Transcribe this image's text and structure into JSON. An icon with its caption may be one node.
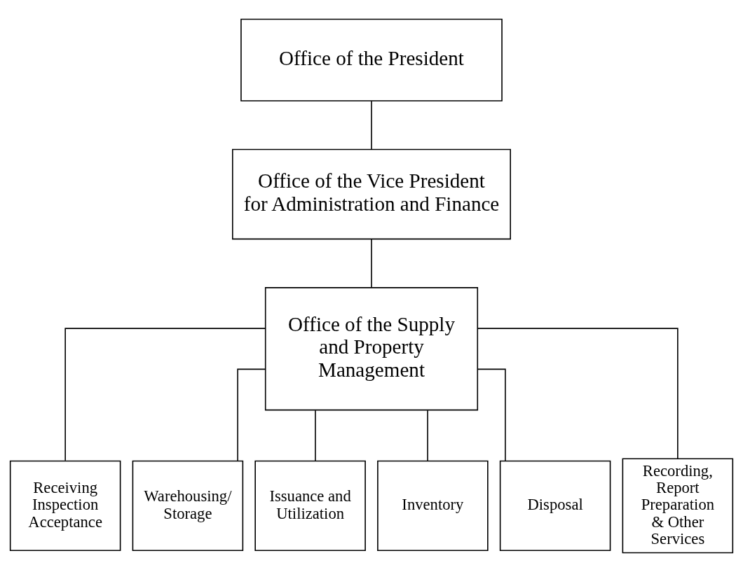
{
  "diagram": {
    "nodes": [
      {
        "text": [
          "Office of the President"
        ]
      },
      {
        "text": [
          "Office of the Vice President for Administration and Finance"
        ]
      },
      {
        "text": [
          "Office of the Supply and Property Management"
        ]
      },
      {
        "text": [
          "Receiving Inspection Acceptance"
        ]
      },
      {
        "text": [
          "Warehousing/ Storage"
        ]
      },
      {
        "text": [
          "Issuance and Utilization"
        ]
      },
      {
        "text": [
          "Inventory"
        ]
      },
      {
        "text": [
          "Disposal"
        ]
      },
      {
        "text": [
          "Recording, Report Preparation & Other Services"
        ]
      }
    ],
    "edges": [
      {
        "from": 0,
        "to": 1,
        "arrow": "none"
      },
      {
        "from": 1,
        "to": 2,
        "arrow": "none"
      },
      {
        "from": 2,
        "to": 3,
        "arrow": "none"
      },
      {
        "from": 2,
        "to": 4,
        "arrow": "none"
      },
      {
        "from": 2,
        "to": 5,
        "arrow": "none"
      },
      {
        "from": 2,
        "to": 6,
        "arrow": "none"
      },
      {
        "from": 2,
        "to": 7,
        "arrow": "none"
      },
      {
        "from": 2,
        "to": 8,
        "arrow": "none"
      }
    ]
  }
}
